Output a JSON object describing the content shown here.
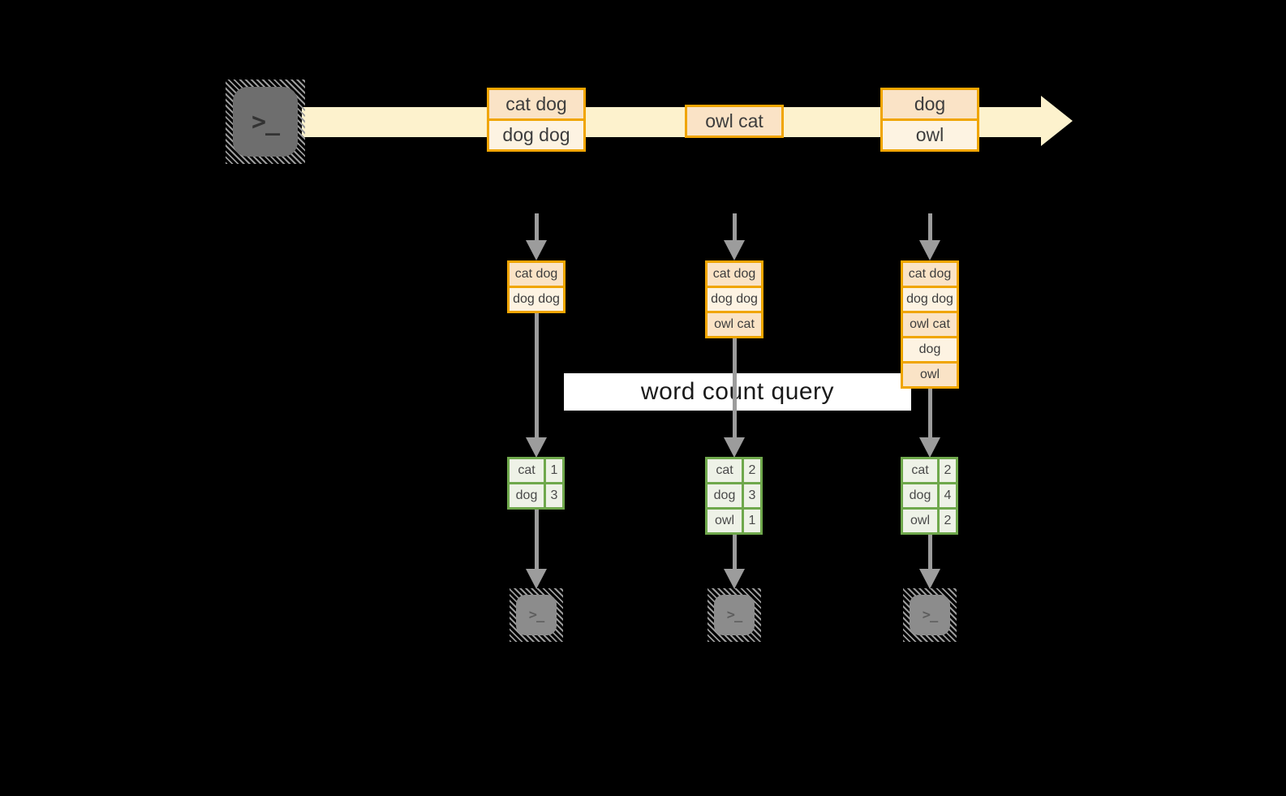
{
  "banner": {
    "label": "word count query"
  },
  "stream": {
    "source": {
      "icon": "terminal-icon",
      "glyph": ">_"
    },
    "batches": [
      {
        "cells": [
          "cat dog",
          "dog dog"
        ]
      },
      {
        "cells": [
          "owl cat"
        ]
      },
      {
        "cells": [
          "dog",
          "owl"
        ]
      }
    ]
  },
  "columns": [
    {
      "state": [
        "cat dog",
        "dog dog"
      ],
      "counts": [
        {
          "word": "cat",
          "count": "1"
        },
        {
          "word": "dog",
          "count": "3"
        }
      ]
    },
    {
      "state": [
        "cat dog",
        "dog dog",
        "owl cat"
      ],
      "counts": [
        {
          "word": "cat",
          "count": "2"
        },
        {
          "word": "dog",
          "count": "3"
        },
        {
          "word": "owl",
          "count": "1"
        }
      ]
    },
    {
      "state": [
        "cat dog",
        "dog dog",
        "owl cat",
        "dog",
        "owl"
      ],
      "counts": [
        {
          "word": "cat",
          "count": "2"
        },
        {
          "word": "dog",
          "count": "4"
        },
        {
          "word": "owl",
          "count": "2"
        }
      ]
    }
  ],
  "colors": {
    "amber": "#f0a500",
    "band": "#fdf2cd",
    "peach": "#fae3c6",
    "creamcell": "#fdf3e2",
    "green": "#6fa84c",
    "gcell": "#eef2e7",
    "gray": "#9c9c9c",
    "ink": "#3d3d3d",
    "bannerbg": "#ffffff",
    "bannerink": "#1a1a1a",
    "termdark": "#6e6e6e",
    "termlight": "#8c8c8c"
  }
}
